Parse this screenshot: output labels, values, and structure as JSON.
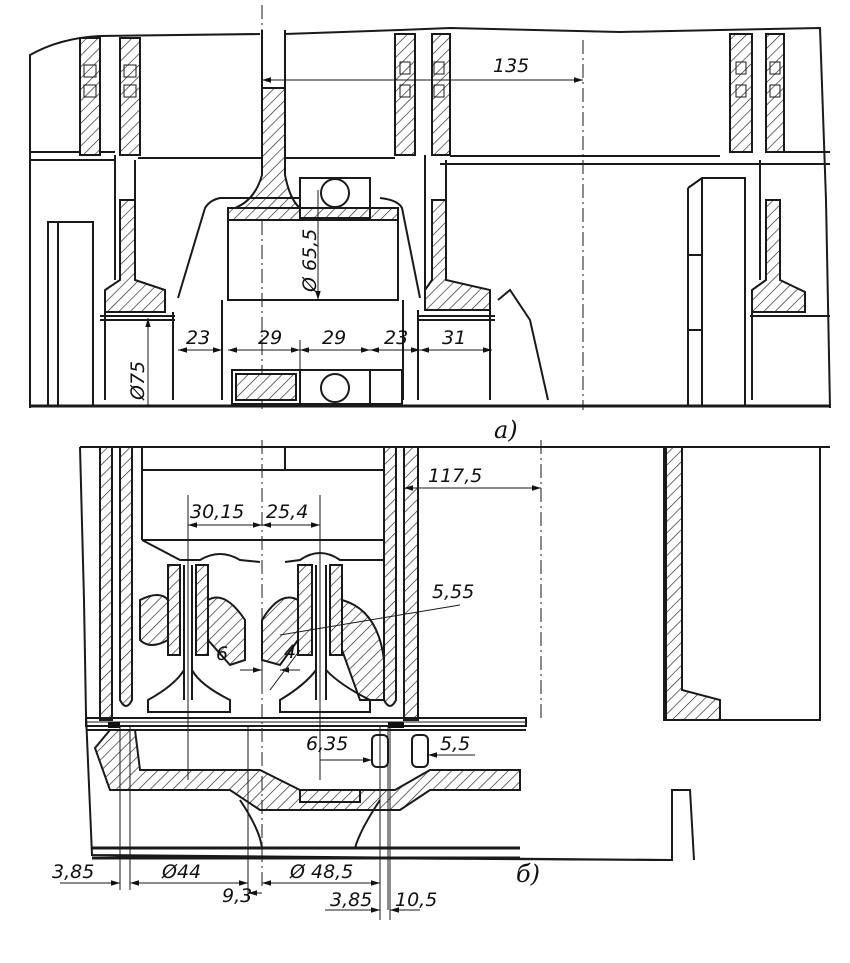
{
  "view_a": {
    "label": "a)",
    "dims": {
      "d135": "135",
      "d_phi655": "Ø 65,5",
      "d_phi75": "Ø75",
      "d23a": "23",
      "d29a": "29",
      "d29b": "29",
      "d23b": "23",
      "d31": "31"
    }
  },
  "view_b": {
    "label": "б)",
    "dims": {
      "d1175": "117,5",
      "d3015": "30,15",
      "d254": "25,4",
      "d555": "5,55",
      "d6": "6",
      "d4": "4",
      "d635": "6,35",
      "d55": "5,5",
      "d385a": "3,85",
      "d_phi44": "Ø44",
      "d_phi485": "Ø 48,5",
      "d93": "9,3",
      "d385b": "3,85",
      "d105": "10,5"
    }
  }
}
